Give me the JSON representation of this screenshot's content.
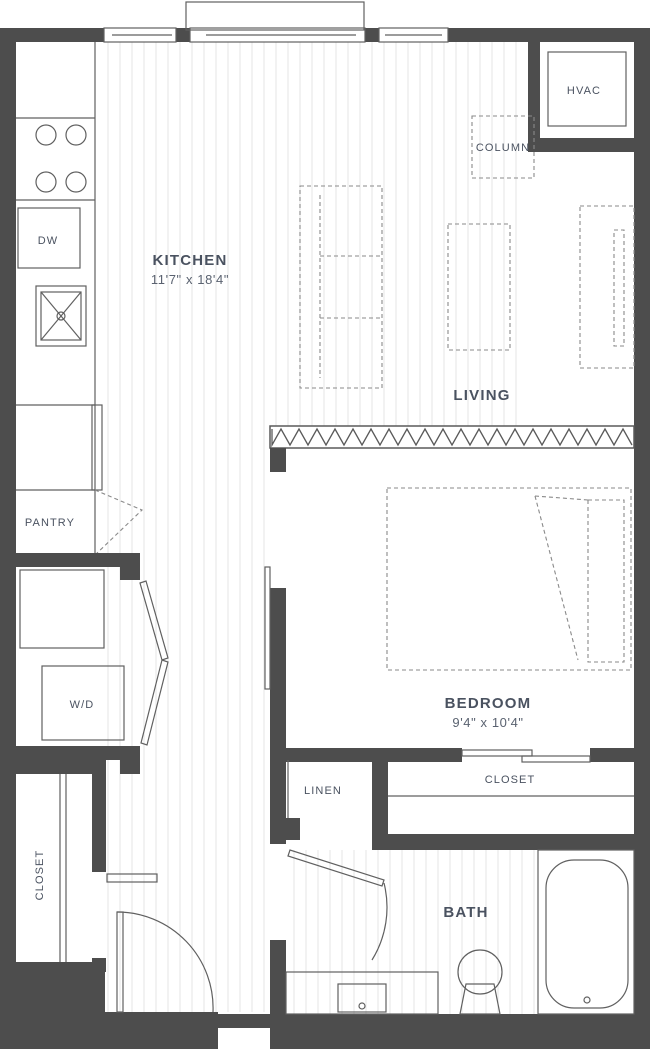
{
  "rooms": {
    "kitchen": {
      "name": "KITCHEN",
      "dims": "11'7\" x 18'4\""
    },
    "living": {
      "name": "LIVING"
    },
    "bedroom": {
      "name": "BEDROOM",
      "dims": "9'4\" x 10'4\""
    },
    "bath": {
      "name": "BATH"
    }
  },
  "fixtures": {
    "hvac": "HVAC",
    "column": "COLUMN",
    "dishwasher": "DW",
    "pantry": "PANTRY",
    "washer_dryer": "W/D",
    "linen": "LINEN",
    "bedroom_closet": "CLOSET",
    "entry_closet": "CLOSET"
  },
  "colors": {
    "wall": "#4d4d4d",
    "label": "#4a5260",
    "floor_lines": "#e6e6e6"
  }
}
